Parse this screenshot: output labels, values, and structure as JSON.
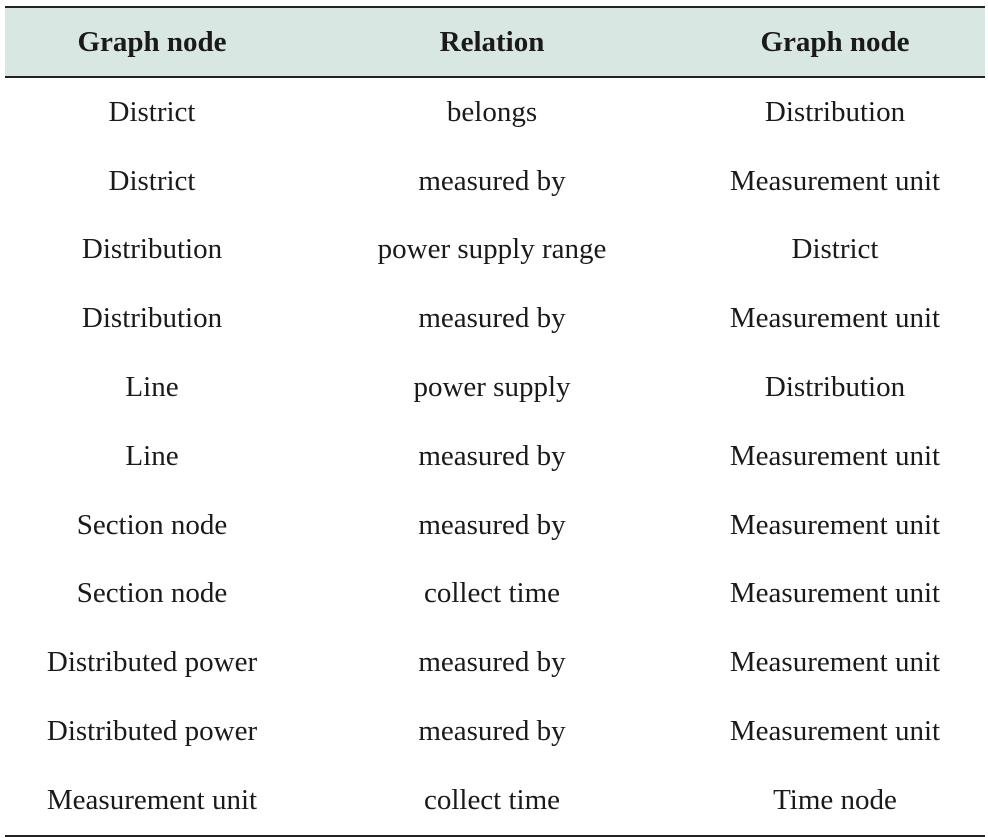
{
  "table": {
    "headers": [
      "Graph node",
      "Relation",
      "Graph node"
    ],
    "rows": [
      [
        "District",
        "belongs",
        "Distribution"
      ],
      [
        "District",
        "measured by",
        "Measurement unit"
      ],
      [
        "Distribution",
        "power supply range",
        "District"
      ],
      [
        "Distribution",
        "measured by",
        "Measurement unit"
      ],
      [
        "Line",
        "power supply",
        "Distribution"
      ],
      [
        "Line",
        "measured by",
        "Measurement unit"
      ],
      [
        "Section node",
        "measured by",
        "Measurement unit"
      ],
      [
        "Section node",
        "collect time",
        "Measurement unit"
      ],
      [
        "Distributed power",
        "measured by",
        "Measurement unit"
      ],
      [
        "Distributed power",
        "measured by",
        "Measurement unit"
      ],
      [
        "Measurement unit",
        "collect time",
        "Time node"
      ]
    ]
  },
  "colors": {
    "header_bg": "#d9e7e3",
    "rule": "#222222",
    "text": "#1a1a1a"
  }
}
